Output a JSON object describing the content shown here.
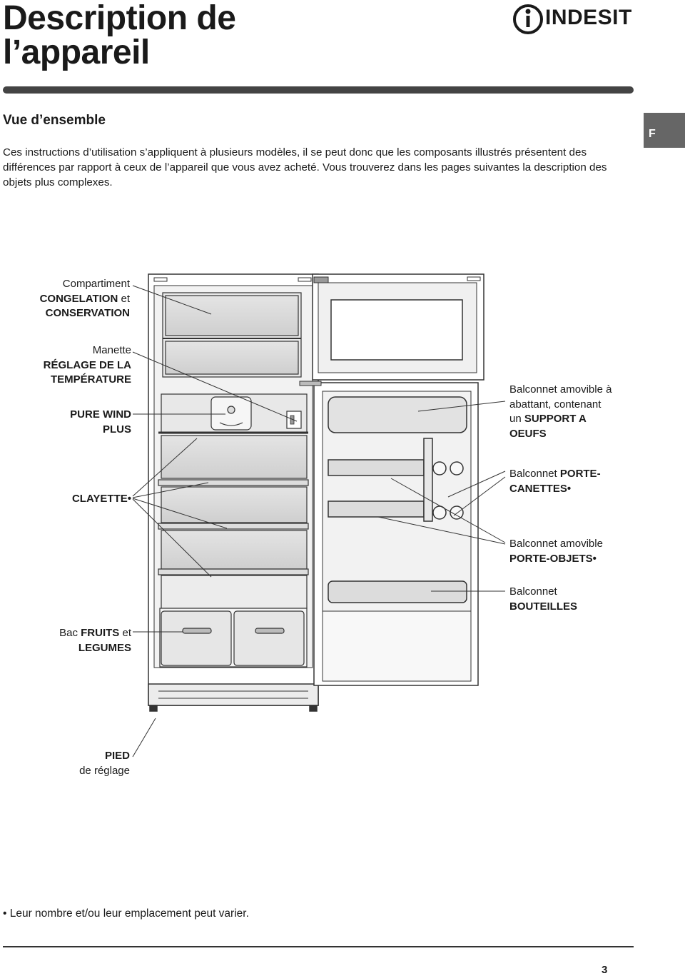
{
  "header": {
    "title_line1": "Description de",
    "title_line2": "l’appareil",
    "brand": "INDESIT"
  },
  "section": {
    "subtitle": "Vue d’ensemble",
    "intro": "Ces instructions d’utilisation s’appliquent à plusieurs modèles, il se peut donc que les composants illustrés présentent des différences par rapport à ceux de l’appareil que vous avez acheté. Vous trouverez dans les pages suivantes la description des objets plus complexes."
  },
  "language_tab": "F",
  "labels": {
    "compartiment": {
      "line1": "Compartiment",
      "bold2": "CONGELATION",
      "suffix2": " et",
      "bold3": "CONSERVATION"
    },
    "manette": {
      "line1": "Manette",
      "bold2": "RÉGLAGE DE LA",
      "bold3": "TEMPÉRATURE"
    },
    "pure_wind": {
      "bold1": "PURE WIND",
      "bold2": "PLUS"
    },
    "clayette": {
      "bold1": "CLAYETTE•"
    },
    "bac": {
      "prefix1": "Bac ",
      "bold1": "FRUITS",
      "suffix1": " et",
      "bold2": "LEGUMES"
    },
    "pied": {
      "bold1": "PIED",
      "line2": "de réglage"
    },
    "balconnet_oeufs": {
      "line1": "Balconnet amovible à",
      "line2": "abattant, contenant",
      "prefix3": "un ",
      "bold3": "SUPPORT A",
      "bold4": "OEUFS"
    },
    "balconnet_canettes": {
      "prefix1": "Balconnet ",
      "bold1": "PORTE-",
      "bold2": "CANETTES•"
    },
    "balconnet_objets": {
      "line1": "Balconnet amovible",
      "bold2": "PORTE-OBJETS•"
    },
    "balconnet_bouteilles": {
      "line1": "Balconnet",
      "bold2": "BOUTEILLES"
    }
  },
  "footnote": "• Leur nombre et/ou leur emplacement peut varier.",
  "page_number": "3",
  "colors": {
    "rule": "#444444",
    "tab": "#666666",
    "line": "#333333"
  }
}
